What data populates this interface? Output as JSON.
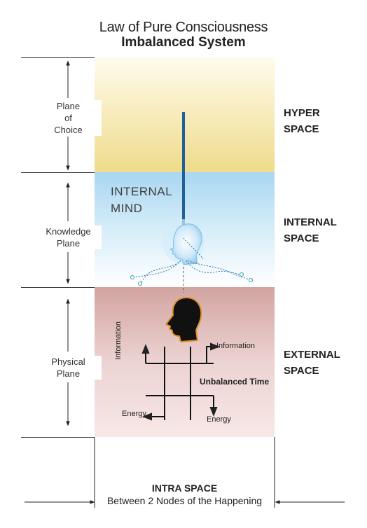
{
  "header": {
    "title": "Law of Pure Consciousness",
    "subtitle": "Imbalanced System"
  },
  "planes": [
    {
      "label": "Plane\nof\nChoice"
    },
    {
      "label": "Knowledge\nPlane"
    },
    {
      "label": "Physical\nPlane"
    }
  ],
  "spaces": [
    {
      "label": "HYPER\nSPACE"
    },
    {
      "label": "INTERNAL\nSPACE"
    },
    {
      "label": "EXTERNAL\nSPACE"
    }
  ],
  "internal_mind": "INTERNAL\nMIND",
  "time_diagram": {
    "info_top": "Information",
    "info_vertical": "Information",
    "center": "Unbalanced Time",
    "energy_left": "Energy",
    "energy_bottom": "Energy"
  },
  "footer": {
    "title": "INTRA SPACE",
    "subtitle": "Between 2 Nodes of the Happening"
  },
  "colors": {
    "hyper": "#f3e3a4",
    "internal": "#bde1f5",
    "external": "#e2bcb9",
    "beam": "#1f5f9a",
    "head_outline": "#e0902a"
  }
}
